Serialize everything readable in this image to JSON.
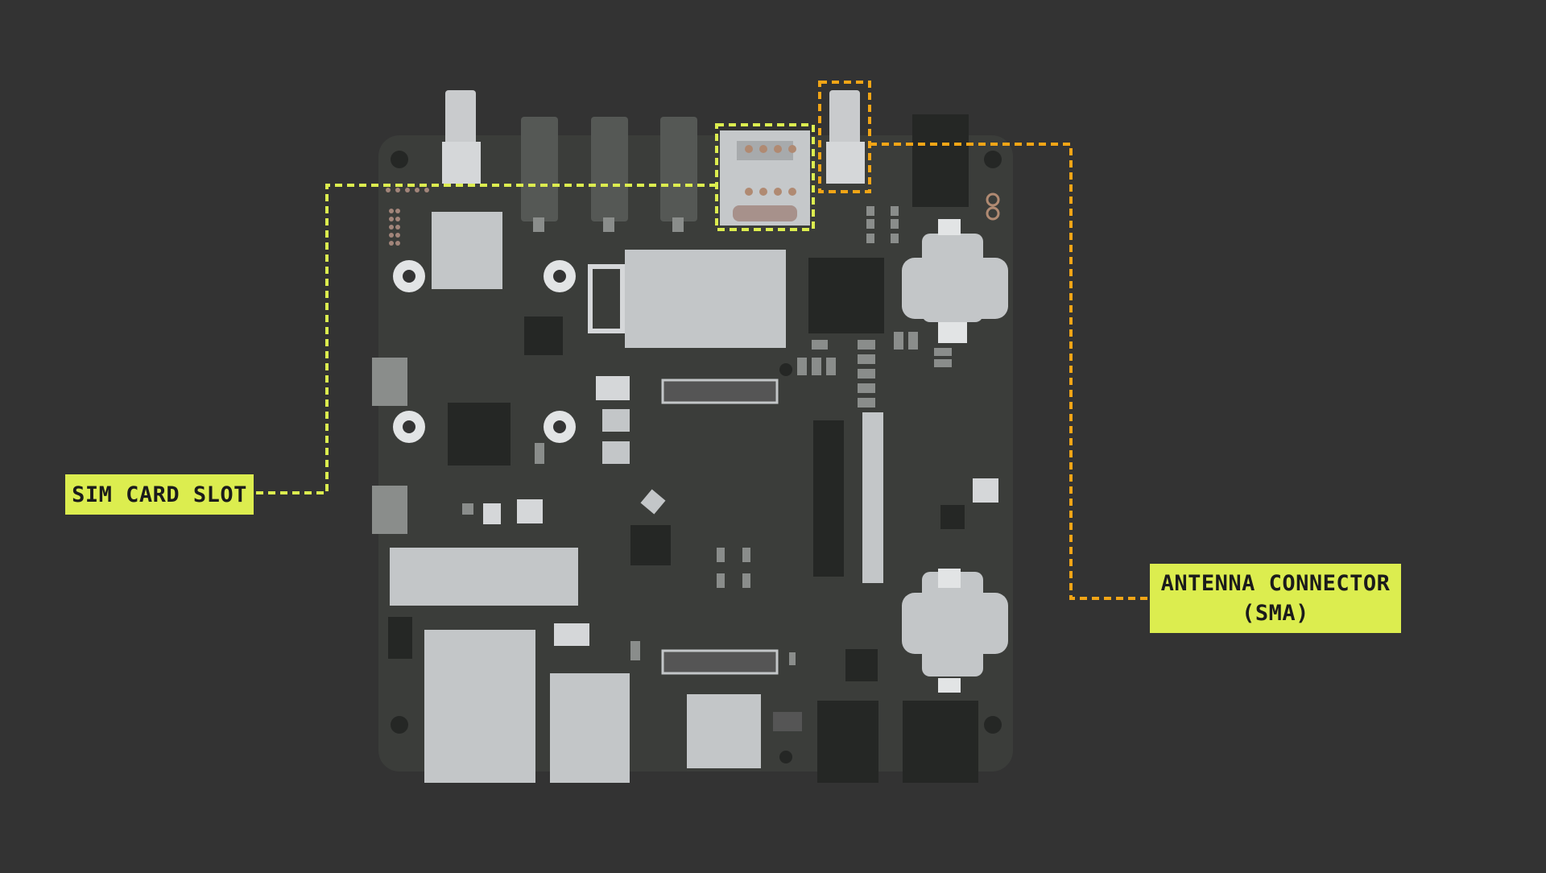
{
  "labels": {
    "sim_card_slot": "SIM CARD SLOT",
    "antenna_line1": "ANTENNA CONNECTOR",
    "antenna_line2": "(SMA)"
  },
  "colors": {
    "background": "#333333",
    "board": "#3b3d3a",
    "highlight_sim": "#dced4f",
    "highlight_antenna": "#f2a516",
    "component_light": "#c3c6c8",
    "component_dark": "#252725"
  }
}
